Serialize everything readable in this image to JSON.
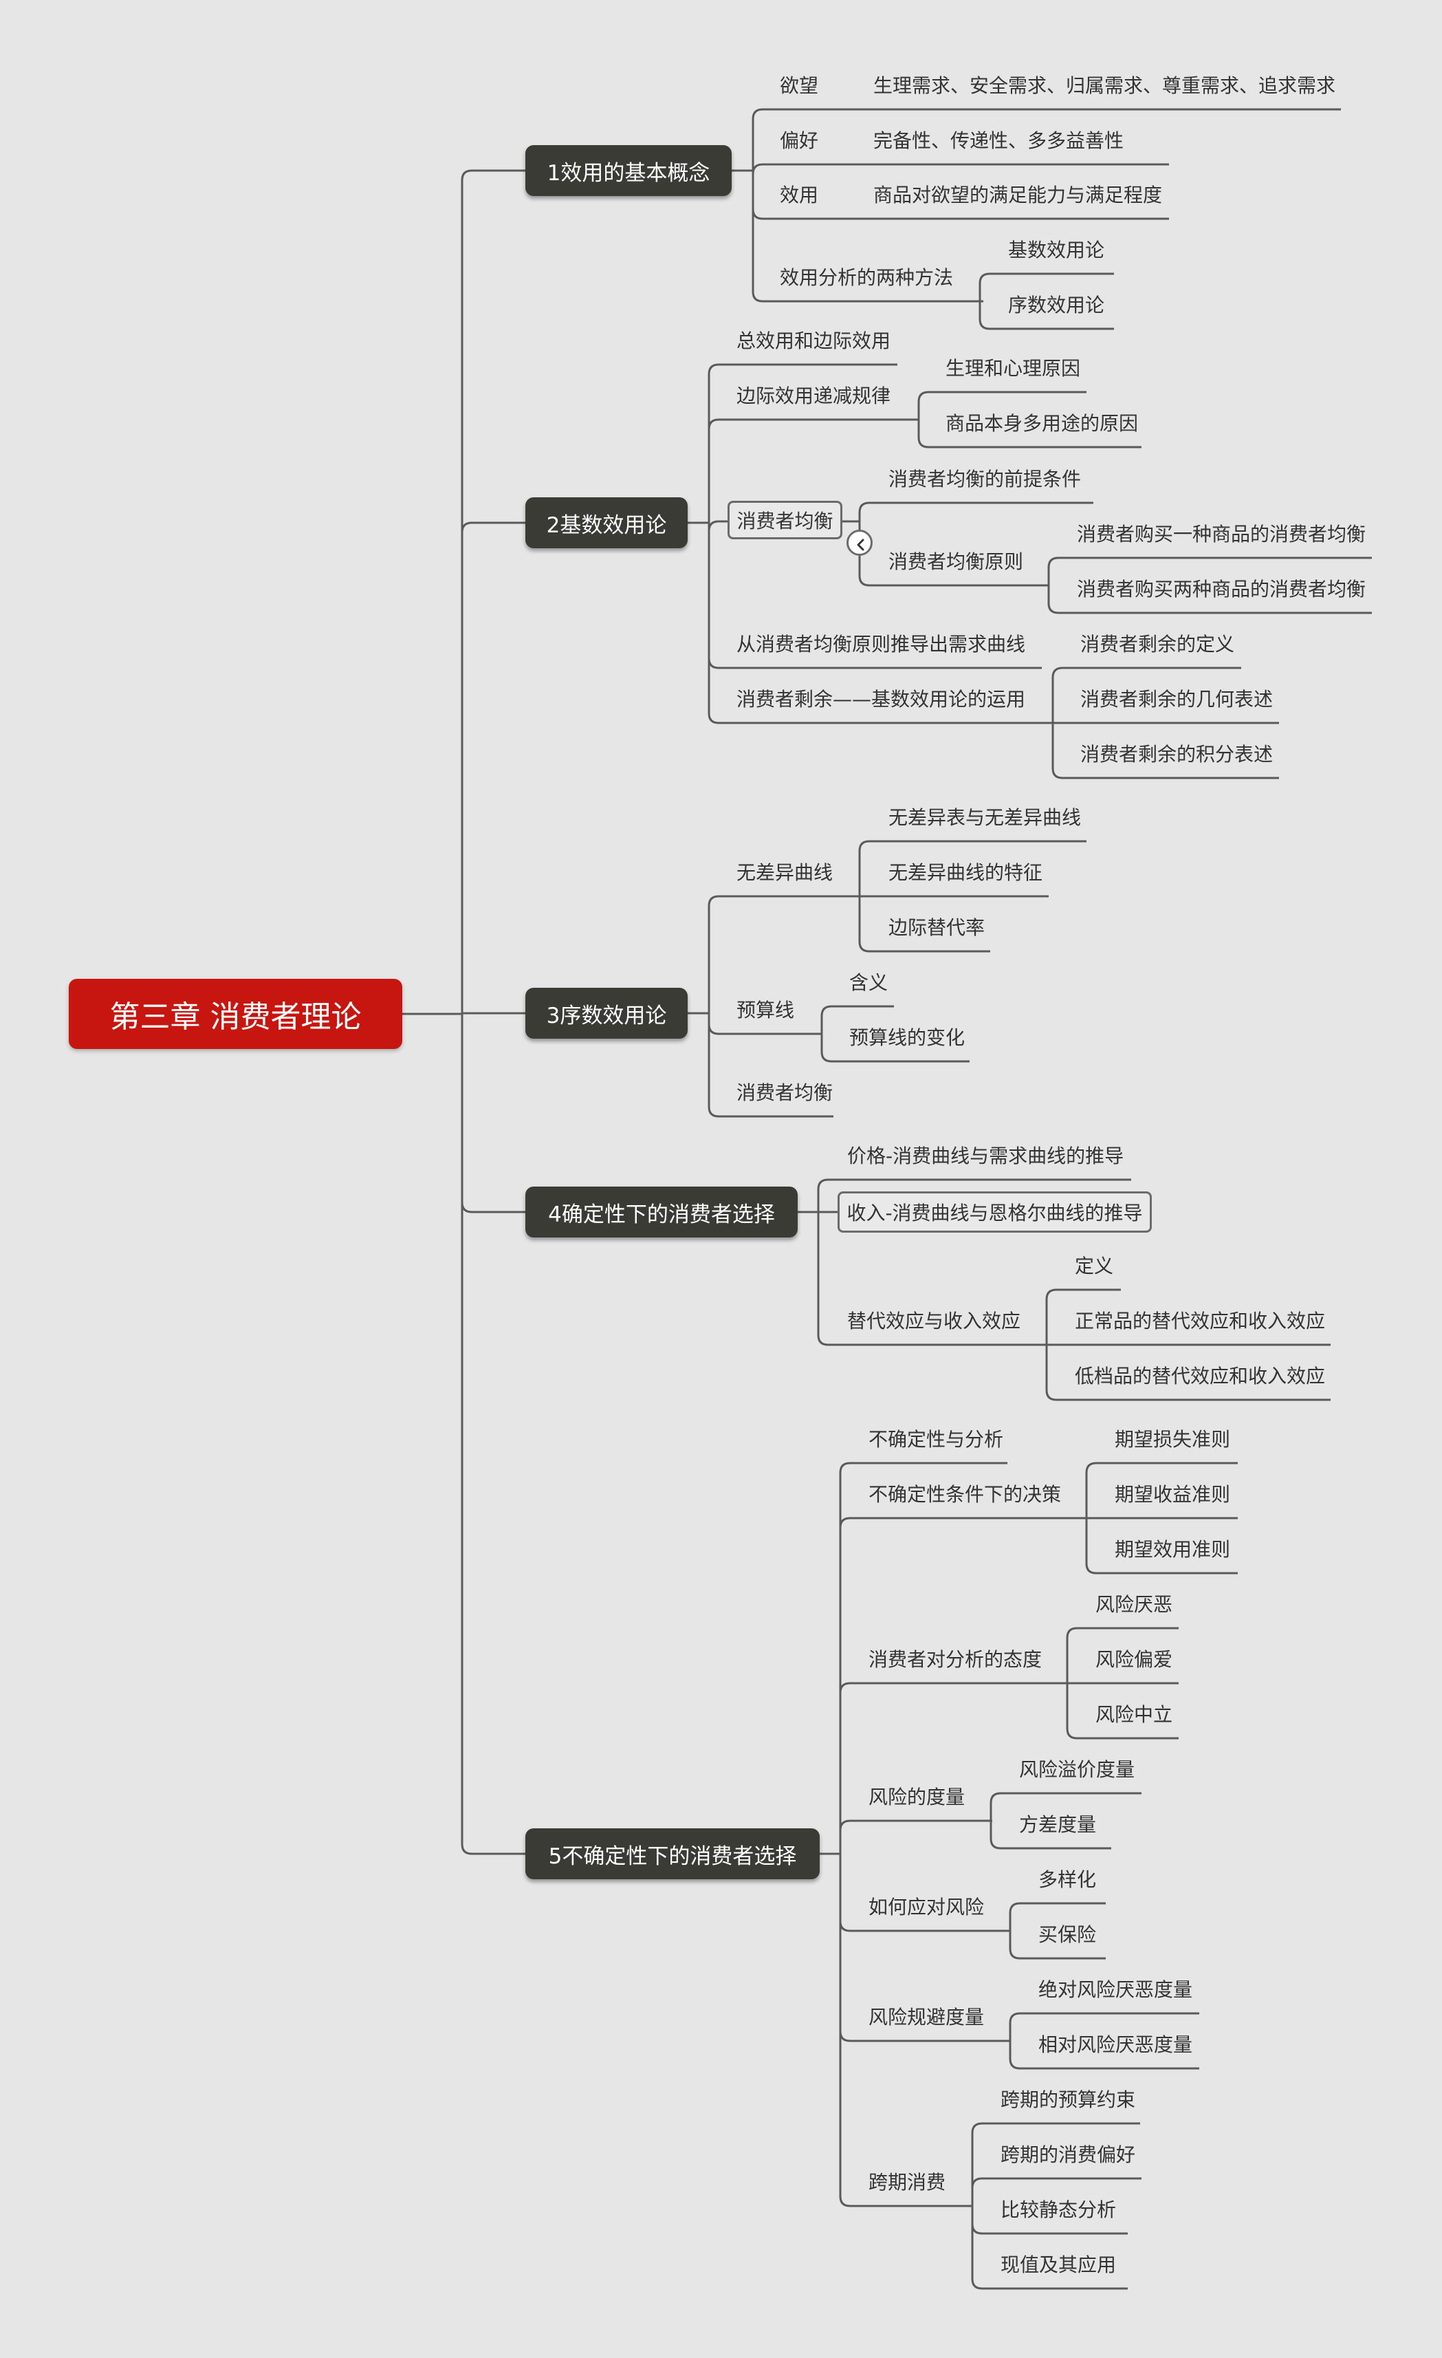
{
  "root": {
    "label": "第三章 消费者理论"
  },
  "branches": [
    {
      "label": "1效用的基本概念",
      "children": [
        {
          "label": "欲望",
          "detail": "生理需求、安全需求、归属需求、尊重需求、追求需求"
        },
        {
          "label": "偏好",
          "detail": "完备性、传递性、多多益善性"
        },
        {
          "label": "效用",
          "detail": "商品对欲望的满足能力与满足程度"
        },
        {
          "label": "效用分析的两种方法",
          "children": [
            "基数效用论",
            "序数效用论"
          ]
        }
      ]
    },
    {
      "label": "2基数效用论",
      "children": [
        {
          "label": "总效用和边际效用"
        },
        {
          "label": "边际效用递减规律",
          "children": [
            "生理和心理原因",
            "商品本身多用途的原因"
          ]
        },
        {
          "label": "消费者均衡",
          "children": [
            {
              "label": "消费者均衡的前提条件"
            },
            {
              "label": "消费者均衡原则",
              "children": [
                "消费者购买一种商品的消费者均衡",
                "消费者购买两种商品的消费者均衡"
              ]
            }
          ]
        },
        {
          "label": "从消费者均衡原则推导出需求曲线"
        },
        {
          "label": "消费者剩余——基数效用论的运用",
          "children": [
            "消费者剩余的定义",
            "消费者剩余的几何表述",
            "消费者剩余的积分表述"
          ]
        }
      ]
    },
    {
      "label": "3序数效用论",
      "children": [
        {
          "label": "无差异曲线",
          "children": [
            "无差异表与无差异曲线",
            "无差异曲线的特征",
            "边际替代率"
          ]
        },
        {
          "label": "预算线",
          "children": [
            "含义",
            "预算线的变化"
          ]
        },
        {
          "label": "消费者均衡"
        }
      ]
    },
    {
      "label": "4确定性下的消费者选择",
      "children": [
        {
          "label": "价格-消费曲线与需求曲线的推导"
        },
        {
          "label": "收入-消费曲线与恩格尔曲线的推导"
        },
        {
          "label": "替代效应与收入效应",
          "children": [
            "定义",
            "正常品的替代效应和收入效应",
            "低档品的替代效应和收入效应"
          ]
        }
      ]
    },
    {
      "label": "5不确定性下的消费者选择",
      "children": [
        {
          "label": "不确定性与分析"
        },
        {
          "label": "不确定性条件下的决策",
          "children": [
            "期望损失准则",
            "期望收益准则",
            "期望效用准则"
          ]
        },
        {
          "label": "消费者对分析的态度",
          "children": [
            "风险厌恶",
            "风险偏爱",
            "风险中立"
          ]
        },
        {
          "label": "风险的度量",
          "children": [
            "风险溢价度量",
            "方差度量"
          ]
        },
        {
          "label": "如何应对风险",
          "children": [
            "多样化",
            "买保险"
          ]
        },
        {
          "label": "风险规避度量",
          "children": [
            "绝对风险厌恶度量",
            "相对风险厌恶度量"
          ]
        },
        {
          "label": "跨期消费",
          "children": [
            "跨期的预算约束",
            "跨期的消费偏好",
            "比较静态分析",
            "现值及其应用"
          ]
        }
      ]
    }
  ],
  "colors": {
    "background": "#e6e6e6",
    "root": "#c7160f",
    "branch": "#3b3b36",
    "line": "#5a5a5a",
    "text": "#333333"
  }
}
